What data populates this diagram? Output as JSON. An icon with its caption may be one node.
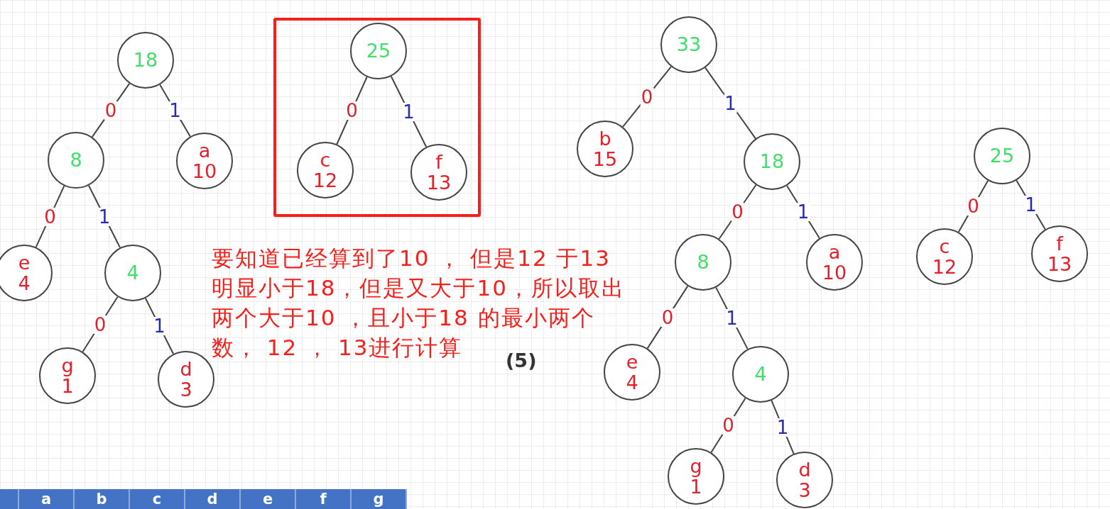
{
  "diagram": {
    "nodes": [
      {
        "text": [
          "18"
        ]
      },
      {
        "text": [
          "8"
        ]
      },
      {
        "text": [
          "a",
          "10"
        ]
      },
      {
        "text": [
          "e",
          "4"
        ]
      },
      {
        "text": [
          "4"
        ]
      },
      {
        "text": [
          "g",
          "1"
        ]
      },
      {
        "text": [
          "d",
          "3"
        ]
      },
      {
        "text": [],
        "shape": "box"
      },
      {
        "text": [
          "25"
        ],
        "in": 7
      },
      {
        "text": [
          "c",
          "12"
        ],
        "in": 7
      },
      {
        "text": [
          "f",
          "13"
        ],
        "in": 7
      },
      {
        "text": [
          "33"
        ]
      },
      {
        "text": [
          "b",
          "15"
        ]
      },
      {
        "text": [
          "18"
        ]
      },
      {
        "text": [
          "8"
        ]
      },
      {
        "text": [
          "a",
          "10"
        ]
      },
      {
        "text": [
          "e",
          "4"
        ]
      },
      {
        "text": [
          "4"
        ]
      },
      {
        "text": [
          "g",
          "1"
        ]
      },
      {
        "text": [
          "d",
          "3"
        ]
      },
      {
        "text": [
          "25"
        ]
      },
      {
        "text": [
          "c",
          "12"
        ]
      },
      {
        "text": [
          "f",
          "13"
        ]
      }
    ],
    "edges": [
      {
        "from": 0,
        "to": 1,
        "arrow": "none",
        "label": "0"
      },
      {
        "from": 0,
        "to": 2,
        "arrow": "none",
        "label": "1"
      },
      {
        "from": 1,
        "to": 3,
        "arrow": "none",
        "label": "0"
      },
      {
        "from": 1,
        "to": 4,
        "arrow": "none",
        "label": "1"
      },
      {
        "from": 4,
        "to": 5,
        "arrow": "none",
        "label": "0"
      },
      {
        "from": 4,
        "to": 6,
        "arrow": "none",
        "label": "1"
      },
      {
        "from": 8,
        "to": 9,
        "arrow": "none",
        "label": "0"
      },
      {
        "from": 8,
        "to": 10,
        "arrow": "none",
        "label": "1"
      },
      {
        "from": 11,
        "to": 12,
        "arrow": "none",
        "label": "0"
      },
      {
        "from": 11,
        "to": 13,
        "arrow": "none",
        "label": "1"
      },
      {
        "from": 13,
        "to": 14,
        "arrow": "none",
        "label": "0"
      },
      {
        "from": 13,
        "to": 15,
        "arrow": "none",
        "label": "1"
      },
      {
        "from": 14,
        "to": 16,
        "arrow": "none",
        "label": "0"
      },
      {
        "from": 14,
        "to": 17,
        "arrow": "none",
        "label": "1"
      },
      {
        "from": 17,
        "to": 18,
        "arrow": "none",
        "label": "0"
      },
      {
        "from": 17,
        "to": 19,
        "arrow": "none",
        "label": "1"
      },
      {
        "from": 20,
        "to": 21,
        "arrow": "none",
        "label": "0"
      },
      {
        "from": 20,
        "to": 22,
        "arrow": "none",
        "label": "1"
      }
    ],
    "labels": [
      "要知道已经算到了10 ， 但是12 于13明显小于18，但是又大于10，所以取出两个大于10 ，且小于18 的最小两个数， 12 ， 13进行计算",
      "(5)",
      "a",
      "b",
      "c",
      "d",
      "e",
      "f",
      "g"
    ]
  }
}
